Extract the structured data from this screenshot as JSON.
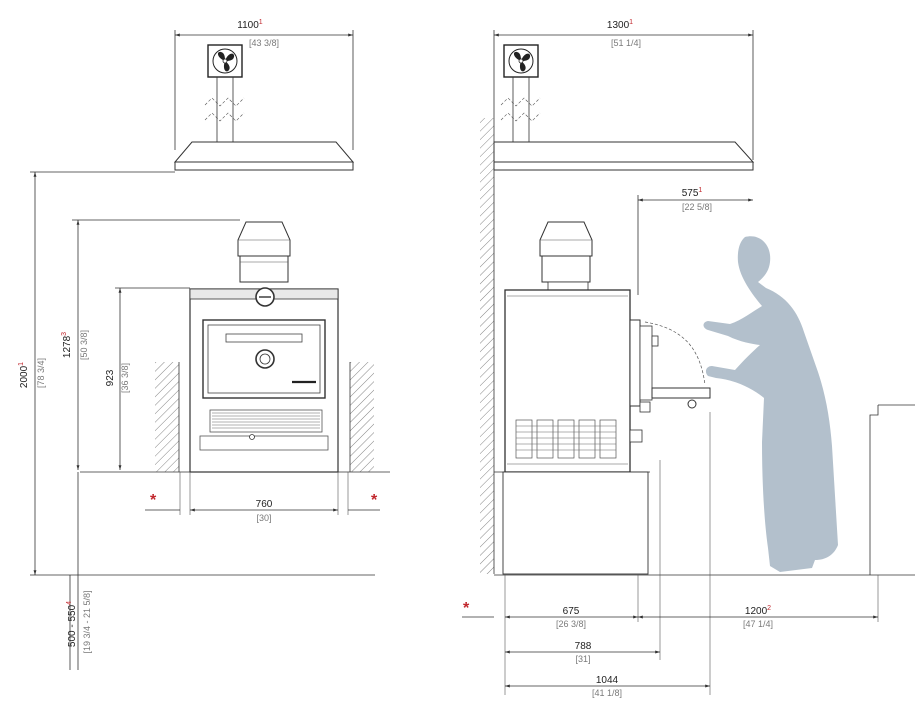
{
  "front_view": {
    "hood_width": {
      "value": "1100",
      "note": "1",
      "imperial": "[43 3/8]"
    },
    "total_height": {
      "value": "2000",
      "note": "1",
      "imperial": "[78 3/4]"
    },
    "chimney_height": {
      "value": "1278",
      "note": "3",
      "imperial": "[50 3/8]"
    },
    "body_height": {
      "value": "923",
      "imperial": "[36 3/8]"
    },
    "body_width": {
      "value": "760",
      "imperial": "[30]"
    },
    "base_height": {
      "value": "500 - 550",
      "note": "4",
      "imperial": "[19 3/4 - 21 5/8]"
    },
    "clearance_mark": "*"
  },
  "side_view": {
    "hood_width": {
      "value": "1300",
      "note": "1",
      "imperial": "[51 1/4]"
    },
    "hood_offset": {
      "value": "575",
      "note": "1",
      "imperial": "[22 5/8]"
    },
    "depth": {
      "value": "675",
      "imperial": "[26 3/8]"
    },
    "depth_with_handle": {
      "value": "788",
      "imperial": "[31]"
    },
    "depth_open": {
      "value": "1044",
      "imperial": "[41 1/8]"
    },
    "work_space": {
      "value": "1200",
      "note": "2",
      "imperial": "[47 1/4]"
    },
    "clearance_mark": "*"
  },
  "colors": {
    "note_red": "#c1272d",
    "person": "#b3c0cc",
    "line": "#333333"
  },
  "icons": [
    "fan-icon",
    "fan-icon"
  ]
}
